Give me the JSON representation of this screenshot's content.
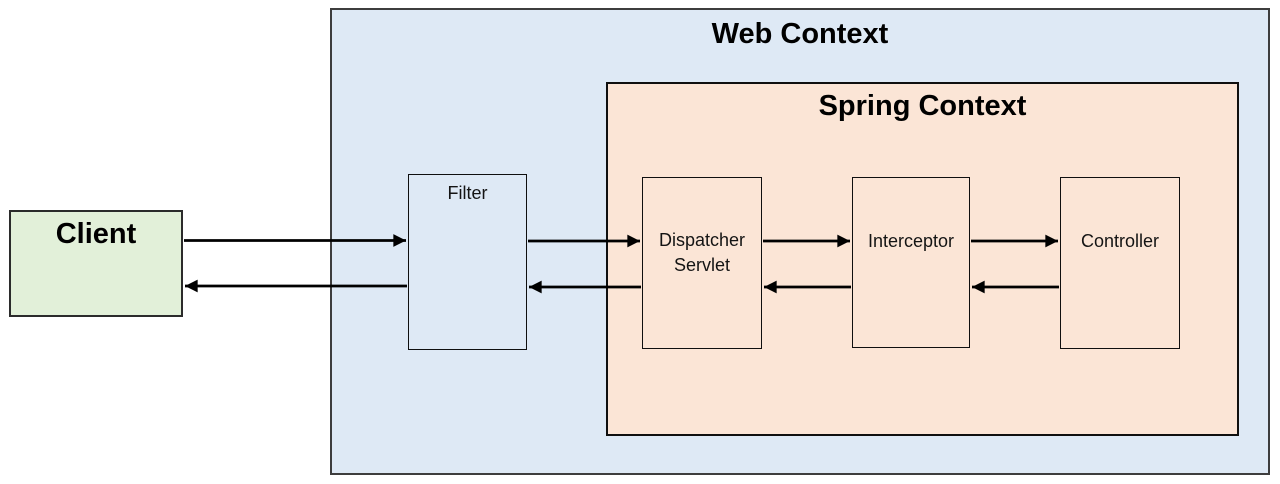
{
  "diagram": {
    "nodes": {
      "client": {
        "label": "Client"
      },
      "web_context": {
        "label": "Web Context"
      },
      "spring_context": {
        "label": "Spring Context"
      },
      "filter": {
        "label": "Filter"
      },
      "dispatcher_servlet": {
        "label": "Dispatcher Servlet"
      },
      "interceptor": {
        "label": "Interceptor"
      },
      "controller": {
        "label": "Controller"
      }
    },
    "colors": {
      "client_fill": "#e2f0d9",
      "web_context_fill": "#dee9f5",
      "spring_context_fill": "#fbe5d6",
      "arrow_color": "#000000"
    },
    "edges": [
      {
        "from": "Client",
        "to": "Filter",
        "direction": "request"
      },
      {
        "from": "Filter",
        "to": "Dispatcher Servlet",
        "direction": "request"
      },
      {
        "from": "Dispatcher Servlet",
        "to": "Interceptor",
        "direction": "request"
      },
      {
        "from": "Interceptor",
        "to": "Controller",
        "direction": "request"
      },
      {
        "from": "Controller",
        "to": "Interceptor",
        "direction": "response"
      },
      {
        "from": "Interceptor",
        "to": "Dispatcher Servlet",
        "direction": "response"
      },
      {
        "from": "Dispatcher Servlet",
        "to": "Filter",
        "direction": "response"
      },
      {
        "from": "Filter",
        "to": "Client",
        "direction": "response"
      }
    ]
  }
}
